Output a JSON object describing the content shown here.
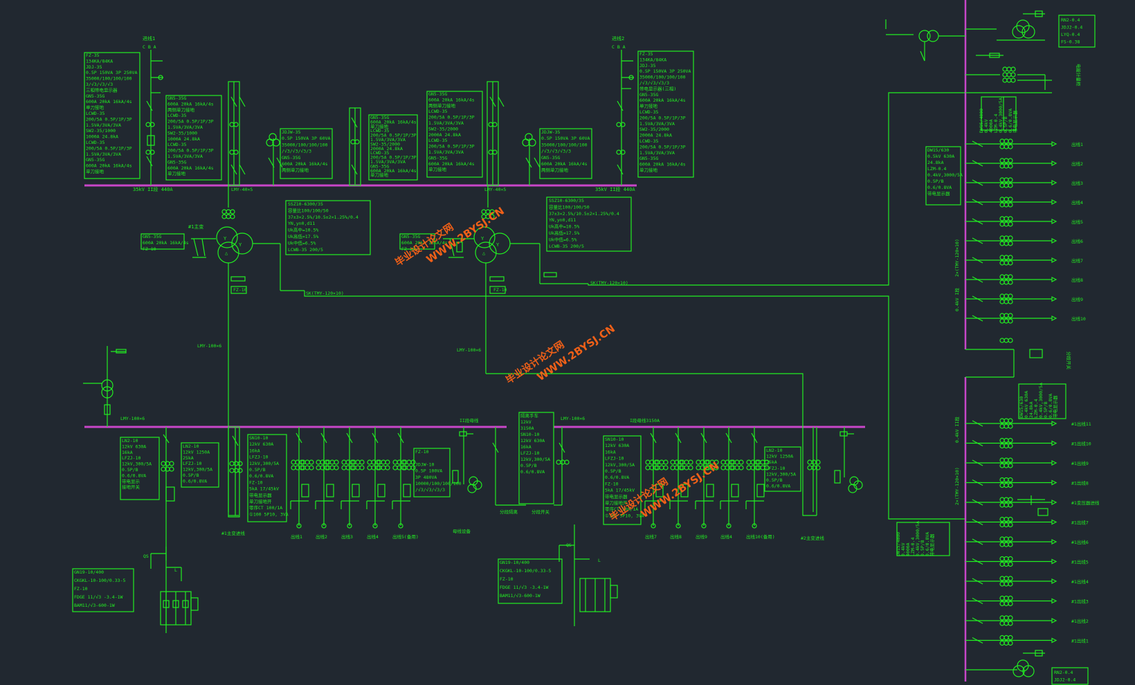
{
  "colors": {
    "background": "#212830",
    "line": "#22ee22",
    "bus": "#c846c8",
    "watermark": "#f06018"
  },
  "incoming": {
    "left": "进线1",
    "right": "进线2",
    "phase_left": "C B A",
    "phase_right": "C B A"
  },
  "bus35": {
    "left": "35kV II段  440A",
    "right": "35kV II段  440A",
    "lmy_left": "LMY-40×5",
    "lmy_right": "LMY-40×5"
  },
  "boxes": {
    "b1": [
      "FZ-35",
      "134KA/84KA",
      "JDJ-35",
      "0.5P 150VA 3P 250VA",
      "35000/100/100/100",
      "3/√3/√3/√3",
      "三相带电显示器",
      "GN5-35G",
      "600A 20kA 16kA/4s",
      "单刀接地",
      "LCWD-35",
      "200/5A  0.5P/1P/3P",
      "1.5VA/3VA/3VA",
      "SW2-35/1000",
      "1000A 24.8kA",
      "LCWD-35",
      "200/5A  0.5P/1P/3P",
      "1.5VA/3VA/3VA",
      "GN5-35G",
      "600A 20kA 16kA/4s",
      "单刀接地"
    ],
    "b2": [
      "GN5-35G",
      "600A 20kA 16kA/4s",
      "两侧单刀接地",
      "LCWD-35",
      "200/5A  0.5P/1P/3P",
      "1.5VA/3VA/3VA",
      "SW2-35/1000",
      "1000A 24.8kA",
      "LCWD-35",
      "200/5A  0.5P/1P/3P",
      "1.5VA/3VA/3VA",
      "GN5-35G",
      "600A 20kA 16kA/4s",
      "单刀接地"
    ],
    "b3": [
      "JDJW-35",
      "0.5P 150VA 3P 60VA",
      "35000/100/100/100",
      "/√3/√3/√3/3",
      "GN5-35G",
      "600A 20kA 16kA/4s",
      "两侧单刀接地"
    ],
    "b4": [
      "GN5-35G",
      "600A 20kA 16kA/4s",
      "单刀接地",
      "LCWD-35",
      "200/5A  0.5P/1P/3P",
      "1.5VA/3VA/3VA",
      "SW2-35/2000",
      "2000A 24.8kA",
      "LCWD-35",
      "200/5A  0.5P/1P/3P",
      "1.5VA/3VA/3VA",
      "GN5-35G",
      "600A 20kA 16kA/4s",
      "单刀接地"
    ],
    "b5": [
      "GN5-35G",
      "600A 20kA 16kA/4s",
      "两侧单刀接地",
      "LCWD-35",
      "200/5A  0.5P/1P/3P",
      "1.5VA/3VA/3VA",
      "SW2-35/2000",
      "2000A 24.8kA",
      "LCWD-35",
      "200/5A  0.5P/1P/3P",
      "1.5VA/3VA/3VA",
      "GN5-35G",
      "600A 20kA 16kA/4s",
      "单刀接地"
    ],
    "b6": [
      "JDJW-35",
      "0.5P 150VA 3P 60VA",
      "35000/100/100/100",
      "/√3/√3/√3/3",
      "GN5-35G",
      "600A 20kA 16kA/4s",
      "两侧单刀接地"
    ],
    "b7": [
      "FZ-35",
      "134KA/84KA",
      "JDJ-35",
      "0.5P 150VA 3P 250VA",
      "35000/100/100/100",
      "/√3/√3/√3/3",
      "带电显示器(三相)",
      "GN5-35G",
      "600A 20kA 16kA/4s",
      "单刀接地",
      "LCWD-35",
      "200/5A  0.5P/1P/3P",
      "1.5VA/3VA/3VA",
      "SW2-35/2000",
      "2000A 24.8kA",
      "LCWD-35",
      "200/5A  0.5P/1P/3P",
      "1.5VA/3VA/3VA",
      "GN5-35G",
      "600A 20kA 16kA/4s",
      "单刀接地"
    ],
    "t1": [
      "SSZ10-6300/35",
      "容量比100/100/50",
      "37±3×2.5%/10.5±2×1.25%/0.4",
      "YN,yn0,d11",
      "Uk高中=10.5%",
      "Uk高低=17.5%",
      "Uk中低=6.5%",
      "LCWB-35 200/5"
    ],
    "t2": [
      "SSZ10-6300/35",
      "容量比100/100/50",
      "37±3×2.5%/10.5±2×1.25%/0.4",
      "YN,yn0,d11",
      "Uk高中=10.5%",
      "Uk高低=17.5%",
      "Uk中低=6.5%",
      "LCWB-35 200/5"
    ],
    "n1": [
      "GN5-35G",
      "600A 20kA 16kA/4s",
      "FZ-10"
    ],
    "n2": [
      "GN5-35G",
      "600A 20kA 16kA/4s",
      "FZ-10"
    ],
    "c1": [
      "LN2-10",
      "12kV 630A",
      "16kA",
      "LFZJ-10",
      "12kV,300/5A",
      "0.5P/B",
      "0.6/0.8VA",
      "带电显示",
      "接地开关"
    ],
    "c2": [
      "LN2-10",
      "12kV 1250A",
      "25kA",
      "LFZJ-10",
      "12kV,300/5A",
      "0.5P/B",
      "0.6/0.8VA"
    ],
    "c3": [
      "SN10-10",
      "12kV 630A",
      "16kA",
      "LFZJ-10",
      "12kV,300/5A",
      "0.5P/B",
      "0.6/0.8VA",
      "FZ-10",
      "5kA 17/45kV",
      "带电显示器",
      "单刀接地开",
      "零序CT 100/1A",
      "①100 5P10, 3VA"
    ],
    "c4": [
      "FZ-10",
      "",
      "JDJW-10",
      "0.5P 100VA",
      "3P 480VA",
      "10000/100/100/100",
      "/√3/√3/√3/3"
    ],
    "c5": [
      "隔离手车",
      "12kV",
      "3150A",
      "SN10-10",
      "12kV 630A",
      "16kA",
      "LFZJ-10",
      "12kV,300/5A",
      "0.5P/B",
      "0.6/0.8VA"
    ],
    "c6": [
      "SN10-10",
      "12kV 630A",
      "16kA",
      "LFZJ-10",
      "12kV,300/5A",
      "0.5P/B",
      "0.6/0.8VA",
      "FZ-10",
      "5kA 17/45kV",
      "带电显示器",
      "单刀接地开",
      "零序CT 100/1A",
      "①100 5P10, 3VA"
    ],
    "c7": [
      "LN2-10",
      "12kV 1250A",
      "25kA",
      "LFZJ-10",
      "12kV,300/5A",
      "0.5P/B",
      "0.6/0.8VA"
    ],
    "g1": [
      "GN19-10/400",
      "CKGKL-10-100/0.33-5",
      "FZ-10",
      "FDGE 11/√3 -3.4-1W",
      "BAM11/√3-600-1W"
    ],
    "g2": [
      "GN19-10/400",
      "CKGKL-10-100/0.33-5",
      "FZ-10",
      "FDGE 11/√3 -3.4-1W",
      "BAM11/√3-600-1W"
    ],
    "r1": [
      "RN2-0.4",
      "JDJ2-0.4",
      "LYQ-0.4",
      "FS-0.38"
    ],
    "r2": [
      "DW15/630",
      "0.5kV 630A",
      "24.8kA",
      "LZM-0.4",
      "0.4kV,3000/5A",
      "0.5P/B",
      "0.6/0.8VA",
      "带电显示器"
    ],
    "r3": [
      "RN2-0.4",
      "JDJ2-0.4"
    ]
  },
  "labels": {
    "main1": "#1主变",
    "pt10a": "FZ-10",
    "pt10b": "FZ-10",
    "sk1": "SK(TMY-120×10)",
    "sk2": "SK(TMY-120×10)",
    "lmy100a": "LMY-100×6",
    "lmy100b": "LMY-100×6",
    "lmy100c": "LMY-100×6",
    "lmy100d": "LMY-100×6",
    "bus2": "II段母线",
    "bus1": "I段母线3150A",
    "busvert_a": "2×(TMY-120×10)",
    "busvert_b": "2×(TMY-120×10)",
    "v04a": "0.4kV I段",
    "v04b": "0.4kV II段",
    "split": "分段开关",
    "meas": "电能计量柜",
    "p1": "#1主变进线",
    "p2": "#2主变进线",
    "pt_a": "母线设备",
    "sect_a": "分段隔离",
    "sect_b": "分段开关",
    "mini_a": [
      "DW15/4000",
      "0.4kV",
      "4000A",
      "LZM-0.4",
      "0.4kV,3000/5A",
      "0.5P/B",
      "0.6/0.8VA",
      "带电显示器"
    ],
    "mini_b": [
      "DW15/630",
      "0.4kV 630A",
      "24.8kA",
      "LZM-0.4",
      "0.4kV,3000/5A",
      "0.5P/B",
      "0.6/0.8VA",
      "带电显示器"
    ],
    "mini_c": [
      "DW15/4000",
      "0.4kV",
      "4000A",
      "LZM-0.4",
      "0.4kV,3000/5A",
      "0.5P/B",
      "0.6/0.8VA",
      "带电显示器"
    ],
    "qs": "QS",
    "qs2": "QS",
    "l1": "L",
    "l2": "L"
  },
  "feeders10_left": [
    "出线1",
    "出线2",
    "出线3",
    "出线4",
    "出线5(备用)"
  ],
  "feeders10_right": [
    "出线7",
    "出线8",
    "出线9",
    "出线4",
    "出线10(备用)"
  ],
  "feeders04_top": [
    "出线1",
    "出线2",
    "出线3",
    "出线4",
    "出线5",
    "出线6",
    "出线7",
    "出线8",
    "出线9",
    "出线10"
  ],
  "feeders04_bottom": [
    "#1出线11",
    "#1出线10",
    "#1出线9",
    "#1出线8",
    "#1变压器进线",
    "#1出线7",
    "#1出线6",
    "#1出线5",
    "#1出线4",
    "#1出线3",
    "#1出线2",
    "#1出线1"
  ],
  "watermarks": [
    "毕业设计论文网",
    "WWW.2BYSJ.CN"
  ]
}
